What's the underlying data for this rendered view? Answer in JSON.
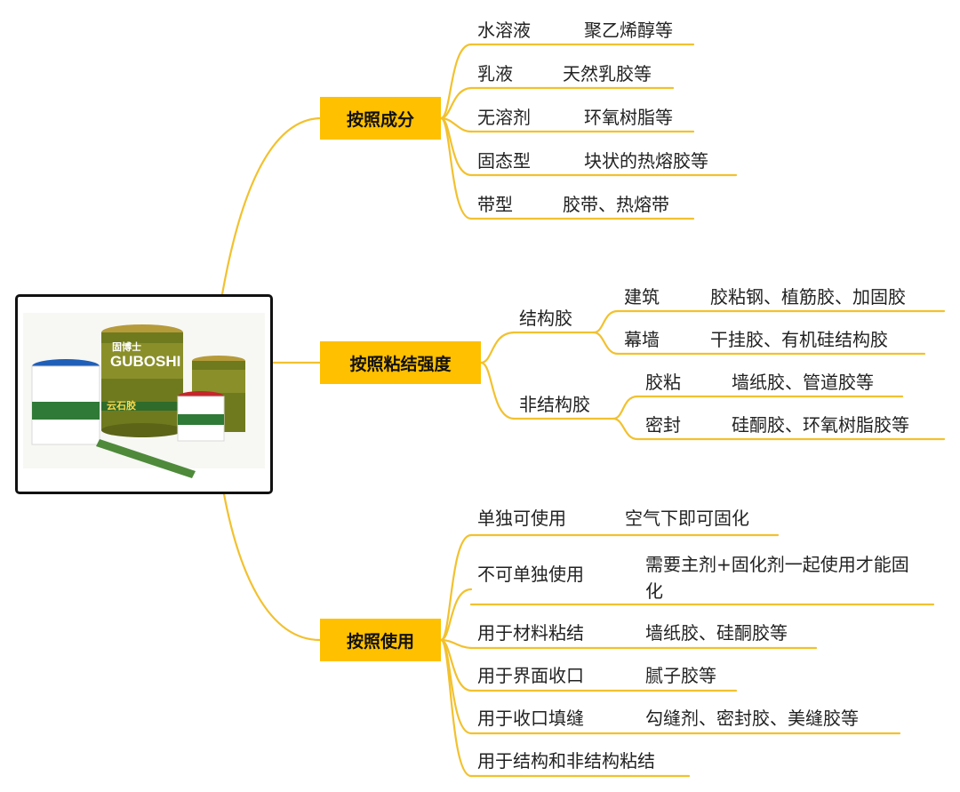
{
  "accent_color": "#FFC000",
  "image": {
    "icon": "adhesive-products-photo",
    "label_brand_cn": "固博士",
    "label_brand_en": "GUBOSHI",
    "label_product": "云石胶"
  },
  "branches": [
    {
      "title": "按照成分",
      "items": [
        {
          "label": "水溶液",
          "desc": "聚乙烯醇等"
        },
        {
          "label": "乳液",
          "desc": "天然乳胶等"
        },
        {
          "label": "无溶剂",
          "desc": "环氧树脂等"
        },
        {
          "label": "固态型",
          "desc": "块状的热熔胶等"
        },
        {
          "label": "带型",
          "desc": "胶带、热熔带"
        }
      ]
    },
    {
      "title": "按照粘结强度",
      "groups": [
        {
          "label": "结构胶",
          "items": [
            {
              "label": "建筑",
              "desc": "胶粘钢、植筋胶、加固胶"
            },
            {
              "label": "幕墙",
              "desc": "干挂胶、有机硅结构胶"
            }
          ]
        },
        {
          "label": "非结构胶",
          "items": [
            {
              "label": "胶粘",
              "desc": "墙纸胶、管道胶等"
            },
            {
              "label": "密封",
              "desc": "硅酮胶、环氧树脂胶等"
            }
          ]
        }
      ]
    },
    {
      "title": "按照使用",
      "items": [
        {
          "label": "单独可使用",
          "desc": "空气下即可固化"
        },
        {
          "label": "不可单独使用",
          "desc": "需要主剂+固化剂一起使用才能固化"
        },
        {
          "label": "用于材料粘结",
          "desc": "墙纸胶、硅酮胶等"
        },
        {
          "label": "用于界面收口",
          "desc": "腻子胶等"
        },
        {
          "label": "用于收口填缝",
          "desc": "勾缝剂、密封胶、美缝胶等"
        },
        {
          "label": "用于结构和非结构粘结",
          "desc": ""
        }
      ]
    }
  ]
}
